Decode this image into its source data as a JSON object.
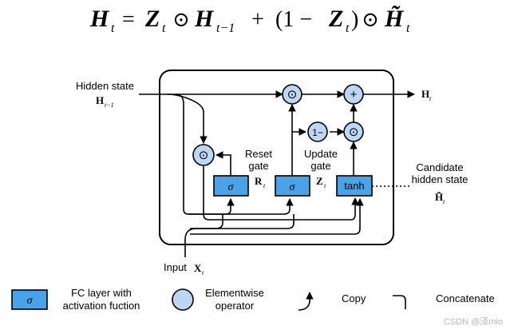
{
  "equation": {
    "H": "H",
    "t": "t",
    "eq": "=",
    "Z": "Z",
    "odot": "⊙",
    "tminus1": "t−1",
    "plus": "+",
    "lparen": "(1 − ",
    "rparen": ")",
    "Htilde": "H̃"
  },
  "labels": {
    "hidden_state": "Hidden state",
    "h_prev_main": "H",
    "h_prev_sub": "t−1",
    "reset": "Reset",
    "gate": "gate",
    "update": "Update",
    "r_main": "R",
    "r_sub": "t",
    "z_main": "Z",
    "z_sub": "t",
    "candidate": "Candidate",
    "hidden_state_lc": "hidden state",
    "htilde_main": "H̃",
    "htilde_sub": "t",
    "input": "Input",
    "x_main": "X",
    "x_sub": "t",
    "h_out_main": "H",
    "h_out_sub": "t"
  },
  "nodes": {
    "sigma": "σ",
    "tanh": "tanh",
    "odot": "⊙",
    "plus": "+",
    "one_minus": "1−"
  },
  "legend": {
    "fc_layer_line1": "FC layer with",
    "fc_layer_line2": "activation fuction",
    "elementwise_line1": "Elementwise",
    "elementwise_line2": "operator",
    "copy": "Copy",
    "concatenate": "Concatenate"
  },
  "watermark": "CSDN @泽mio",
  "colors": {
    "fc_fill": "#4aa3e8",
    "op_fill": "#bcd6f4",
    "stroke": "#000000",
    "watermark": "#b8b8b8"
  }
}
